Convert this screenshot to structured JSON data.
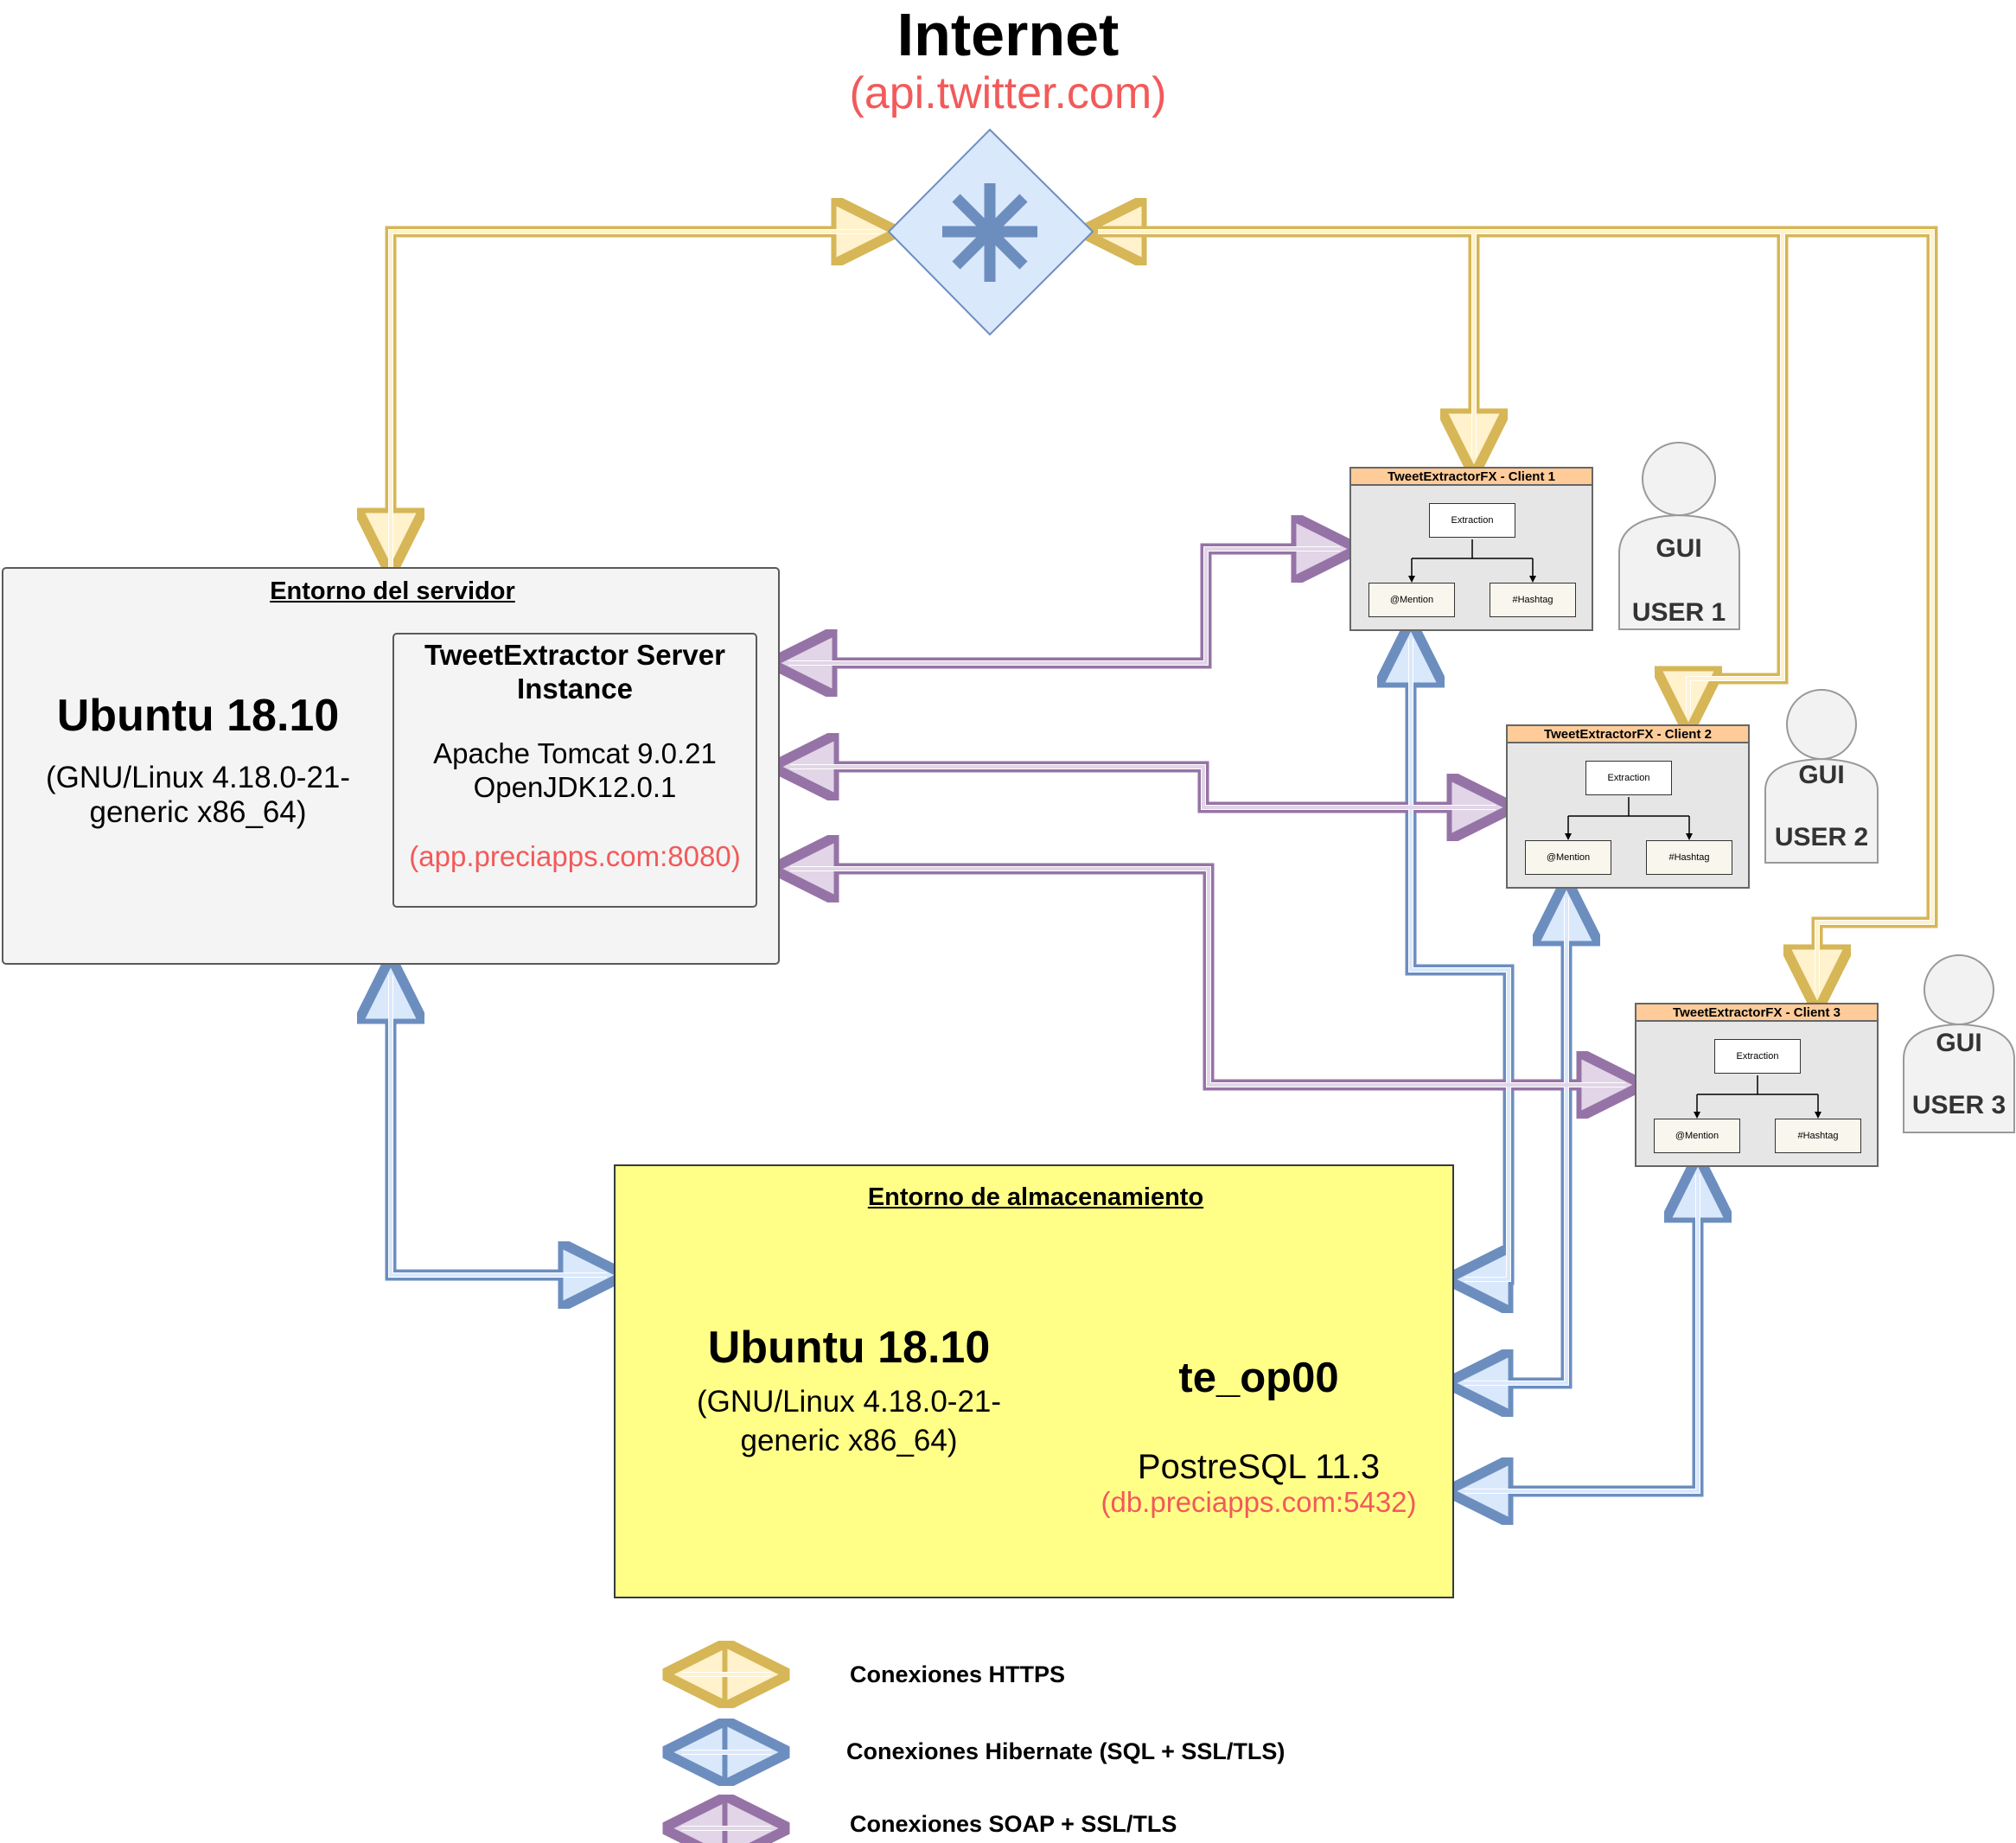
{
  "internet": {
    "title": "Internet",
    "host": "(api.twitter.com)",
    "icon": "asterisk-network-icon"
  },
  "server_env": {
    "title": "Entorno del servidor",
    "os": "Ubuntu 18.10",
    "kernel": "(GNU/Linux 4.18.0-21-generic x86_64)",
    "instance": {
      "title": "TweetExtractor Server Instance",
      "tomcat": "Apache Tomcat 9.0.21",
      "jdk": "OpenJDK12.0.1",
      "host": "(app.preciapps.com:8080)"
    }
  },
  "storage_env": {
    "title": "Entorno de almacenamiento",
    "os": "Ubuntu 18.10",
    "kernel": "(GNU/Linux 4.18.0-21-generic x86_64)",
    "db": {
      "name": "te_op00",
      "engine": "PostreSQL 11.3",
      "host": "(db.preciapps.com:5432)"
    }
  },
  "clients": [
    {
      "title": "TweetExtractorFX - Client 1",
      "root": "Extraction",
      "left": "@Mention",
      "right": "#Hashtag"
    },
    {
      "title": "TweetExtractorFX - Client 2",
      "root": "Extraction",
      "left": "@Mention",
      "right": "#Hashtag"
    },
    {
      "title": "TweetExtractorFX - Client 3",
      "root": "Extraction",
      "left": "@Mention",
      "right": "#Hashtag"
    }
  ],
  "users": [
    {
      "gui": "GUI",
      "label": "USER 1"
    },
    {
      "gui": "GUI",
      "label": "USER 2"
    },
    {
      "gui": "GUI",
      "label": "USER 3"
    }
  ],
  "legend": [
    {
      "label": "Conexiones HTTPS",
      "color": "#d6b656",
      "fill": "#fff2cc"
    },
    {
      "label": "Conexiones Hibernate (SQL + SSL/TLS)",
      "color": "#6c8ebf",
      "fill": "#dae8fc"
    },
    {
      "label": "Conexiones SOAP + SSL/TLS",
      "color": "#9673a6",
      "fill": "#e1d5e7"
    }
  ]
}
